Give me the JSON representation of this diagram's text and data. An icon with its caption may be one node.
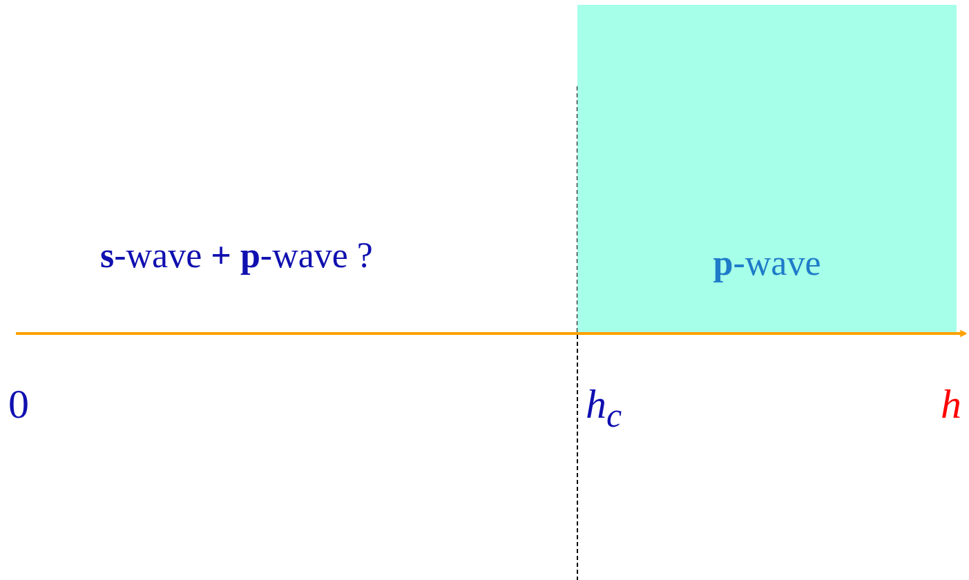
{
  "diagram": {
    "nodes": [
      {
        "text": [
          "**p**-wave"
        ]
      }
    ],
    "labels": [
      "**s**-wave **+** **p**-wave ?",
      "0",
      "h$_{c}$",
      "h"
    ]
  }
}
